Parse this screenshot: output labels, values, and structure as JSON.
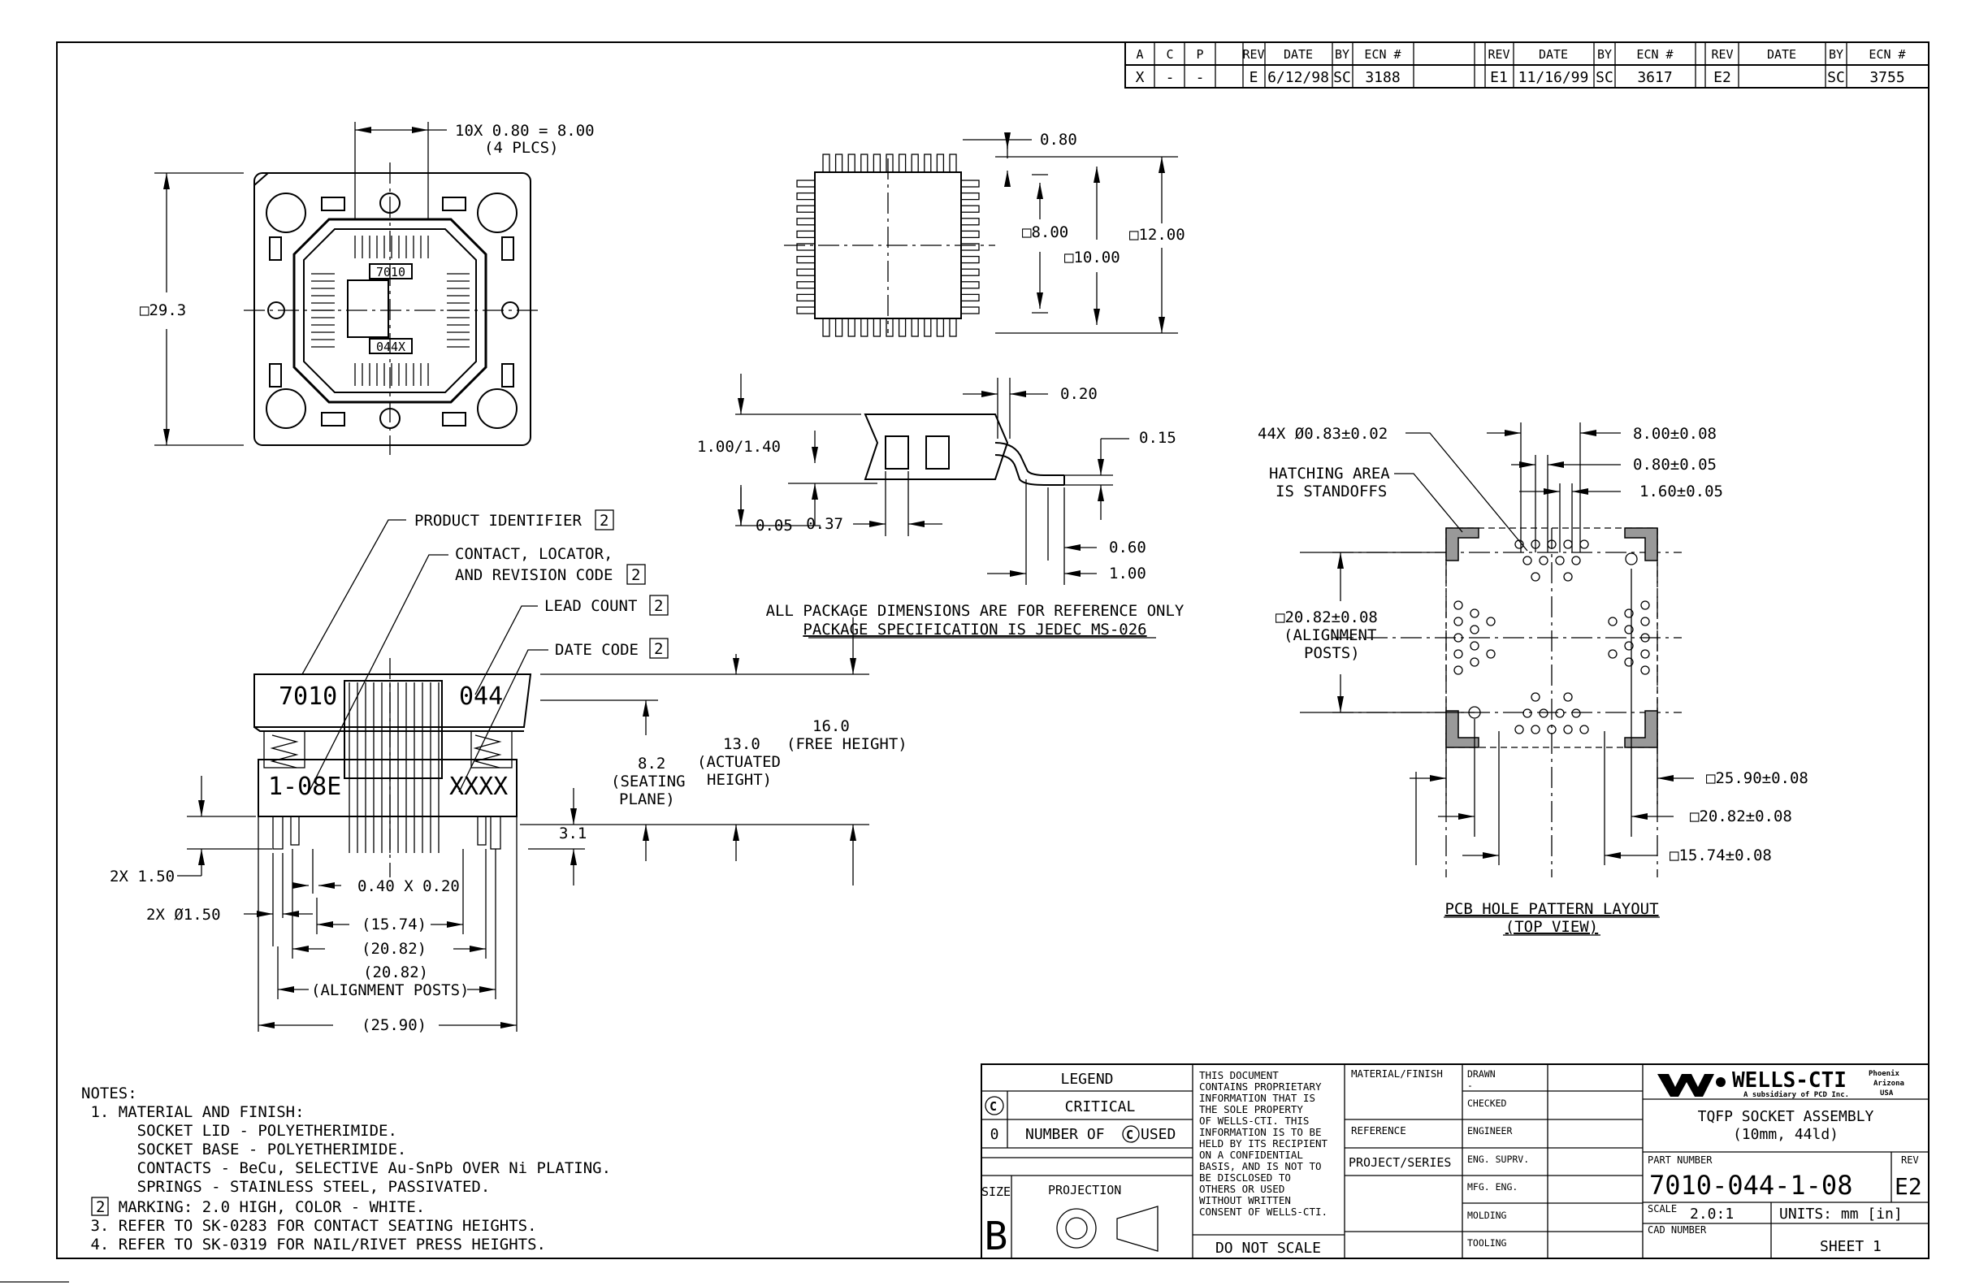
{
  "revision_table": {
    "headers": [
      "A",
      "C",
      "P",
      "REV",
      "DATE",
      "BY",
      "ECN #",
      "REV",
      "DATE",
      "BY",
      "ECN #",
      "REV",
      "DATE",
      "BY",
      "ECN #"
    ],
    "row": [
      "X",
      "-",
      "-",
      "E",
      "6/12/98",
      "SC",
      "3188",
      "E1",
      "11/16/99",
      "SC",
      "3617",
      "E2",
      "",
      "SC",
      "3755"
    ]
  },
  "top_view": {
    "pitch": "10X 0.80 = 8.00",
    "places": "(4 PLCS)",
    "size": "29.3",
    "label_top": "7010",
    "label_bottom": "044X"
  },
  "package_view": {
    "lead_pitch": "0.80",
    "body": "8.00",
    "lead_span_inner": "10.00",
    "lead_span_outer": "12.00"
  },
  "lead_detail": {
    "height": "1.00/1.40",
    "standoff": "0.05",
    "lead_len": "0.37",
    "lead_w": "0.20",
    "lead_t": "0.15",
    "foot": "0.60",
    "foot_total": "1.00",
    "note1": "ALL PACKAGE DIMENSIONS ARE FOR REFERENCE ONLY",
    "note2": "PACKAGE SPECIFICATION IS JEDEC MS-026"
  },
  "side_view": {
    "product_identifier": "PRODUCT IDENTIFIER",
    "contact_code_1": "CONTACT, LOCATOR,",
    "contact_code_2": "AND REVISION CODE",
    "lead_count": "LEAD COUNT",
    "date_code": "DATE CODE",
    "ref2": "2",
    "mark_7010": "7010",
    "mark_044": "044",
    "mark_108e": "1-08E",
    "mark_xxxx": "XXXX",
    "free_height_v": "16.0",
    "free_height_l": "(FREE HEIGHT)",
    "act_v": "13.0",
    "act_l1": "(ACTUATED",
    "act_l2": "HEIGHT)",
    "seat_v": "8.2",
    "seat_l1": "(SEATING",
    "seat_l2": "PLANE)",
    "d31": "3.1",
    "post_len": "2X 1.50",
    "post_dia": "2X Ø1.50",
    "pin": "0.40 X 0.20",
    "d1574": "(15.74)",
    "d2082": "(20.82)",
    "d2082b": "(20.82)",
    "align_posts": "(ALIGNMENT POSTS)",
    "d2590": "(25.90)"
  },
  "pcb_layout": {
    "holes": "44X Ø0.83±0.02",
    "hatch1": "HATCHING AREA",
    "hatch2": "IS STANDOFFS",
    "d800": "8.00±0.08",
    "d080": "0.80±0.05",
    "d160": "1.60±0.05",
    "align_v": "□20.82±0.08",
    "align_l1": "(ALIGNMENT",
    "align_l2": "POSTS)",
    "d2590": "□25.90±0.08",
    "d2082": "□20.82±0.08",
    "d1574": "□15.74±0.08",
    "title1": "PCB HOLE PATTERN LAYOUT",
    "title2": "(TOP VIEW)"
  },
  "notes": [
    "NOTES:",
    " 1. MATERIAL AND FINISH:",
    "      SOCKET LID - POLYETHERIMIDE.",
    "      SOCKET BASE - POLYETHERIMIDE.",
    "      CONTACTS - BeCu, SELECTIVE Au-SnPb OVER Ni PLATING.",
    "      SPRINGS - STAINLESS STEEL, PASSIVATED.",
    "    MARKING: 2.0 HIGH, COLOR - WHITE.",
    " 3. REFER TO SK-0283 FOR CONTACT SEATING HEIGHTS.",
    " 4. REFER TO SK-0319 FOR NAIL/RIVET PRESS HEIGHTS."
  ],
  "title_block": {
    "legend": "LEGEND",
    "critical": "CRITICAL",
    "zero": "0",
    "number_of": "NUMBER OF",
    "used": "USED",
    "size_label": "SIZE",
    "size": "B",
    "projection": "PROJECTION",
    "proprietary": [
      "THIS DOCUMENT",
      "CONTAINS PROPRIETARY",
      "INFORMATION THAT IS",
      "THE SOLE PROPERTY",
      "OF WELLS-CTI.  THIS",
      "INFORMATION IS TO BE",
      "HELD BY ITS RECIPIENT",
      "ON A CONFIDENTIAL",
      "BASIS, AND IS NOT TO",
      "BE DISCLOSED TO",
      "OTHERS OR USED",
      "WITHOUT WRITTEN",
      "CONSENT OF WELLS-CTI."
    ],
    "do_not_scale": "DO NOT SCALE",
    "material_finish": "MATERIAL/FINISH",
    "reference": "REFERENCE",
    "project_series": "PROJECT/SERIES",
    "drawn": "DRAWN",
    "drawn_val": "-",
    "checked": "CHECKED",
    "engineer": "ENGINEER",
    "eng_suprv": "ENG. SUPRV.",
    "mfg_eng": "MFG. ENG.",
    "molding": "MOLDING",
    "tooling": "TOOLING",
    "company": "WELLS-CTI",
    "subsidiary": "A subsidiary of PCD Inc.",
    "loc1": "Phoenix",
    "loc2": "Arizona",
    "loc3": "USA",
    "title1": "TQFP SOCKET ASSEMBLY",
    "title2": "(10mm, 44ld)",
    "part_number_label": "PART NUMBER",
    "part_number": "7010-044-1-08",
    "rev_label": "REV",
    "rev": "E2",
    "scale_label": "SCALE",
    "scale": "2.0:1",
    "units": "UNITS: mm [in]",
    "cad_number": "CAD NUMBER",
    "sheet": "SHEET 1"
  }
}
